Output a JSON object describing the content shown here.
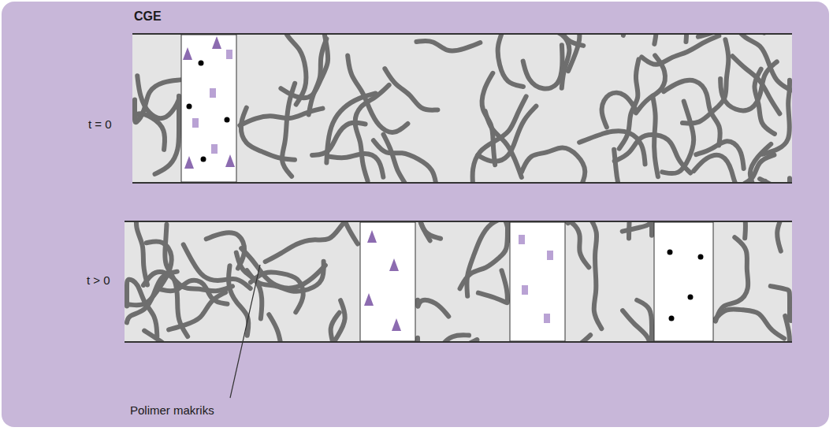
{
  "diagram": {
    "title": "CGE",
    "labels": [
      "t = 0",
      "t > 0",
      "Polimer makriks"
    ]
  }
}
